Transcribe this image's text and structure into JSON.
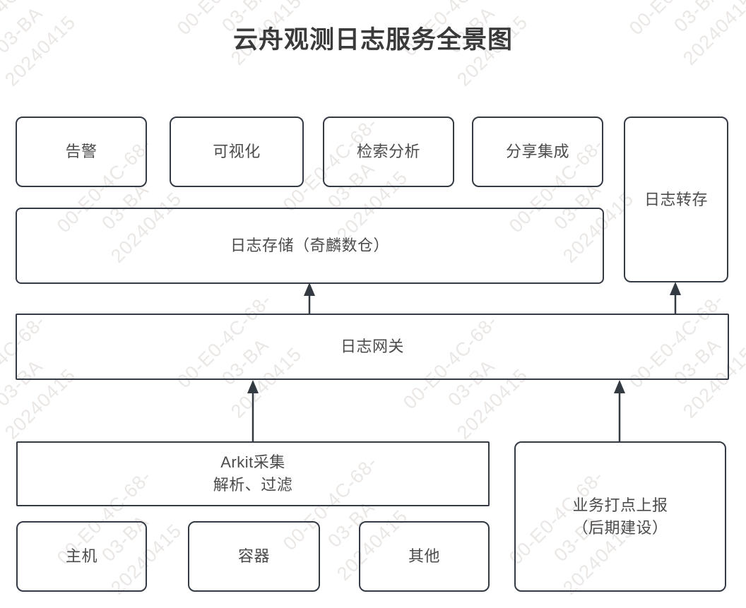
{
  "title": "云舟观测日志服务全景图",
  "watermark": {
    "lines": [
      "00-E0-4C-68-",
      "03-BA",
      "20240415"
    ]
  },
  "diagram": {
    "features": [
      {
        "label": "告警"
      },
      {
        "label": "可视化"
      },
      {
        "label": "检索分析"
      },
      {
        "label": "分享集成"
      }
    ],
    "log_dump": {
      "label": "日志转存"
    },
    "storage": {
      "label": "日志存储（奇麟数仓）"
    },
    "gateway": {
      "label": "日志网关"
    },
    "collector": {
      "lines": [
        "Arkit采集",
        "解析、过滤"
      ]
    },
    "sources": [
      {
        "label": "主机"
      },
      {
        "label": "容器"
      },
      {
        "label": "其他"
      }
    ],
    "business": {
      "lines": [
        "业务打点上报",
        "（后期建设）"
      ]
    }
  },
  "colors": {
    "border": "#333a44",
    "arrow": "#343a42",
    "text": "#4b4b4b",
    "title": "#3a3a3a",
    "watermark": "#cdc6c2"
  }
}
